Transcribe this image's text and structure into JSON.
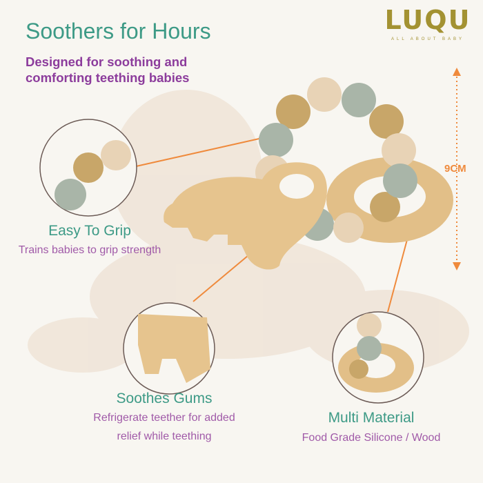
{
  "brand": {
    "logo_text": "LUQU",
    "tagline": "ALL ABOUT BABY"
  },
  "header": {
    "title": "Soothers for Hours",
    "subtitle": "Designed for soothing and comforting teething babies"
  },
  "dimension": {
    "label": "9CM"
  },
  "features": [
    {
      "title": "Easy To Grip",
      "description": "Trains babies to grip strength"
    },
    {
      "title": "Soothes Gums",
      "description_line1": "Refrigerate teether for added",
      "description_line2": "relief while teething"
    },
    {
      "title": "Multi Material",
      "description": "Food Grade Silicone / Wood"
    }
  ],
  "colors": {
    "title": "#3d9a86",
    "subtitle": "#8c3c9c",
    "accent": "#ef8a3c",
    "logo": "#a39232",
    "wood": "#e6c48e",
    "bead_gray": "#a9b5a8",
    "bead_tan": "#c8a669",
    "bead_beige": "#e8d3b6"
  }
}
